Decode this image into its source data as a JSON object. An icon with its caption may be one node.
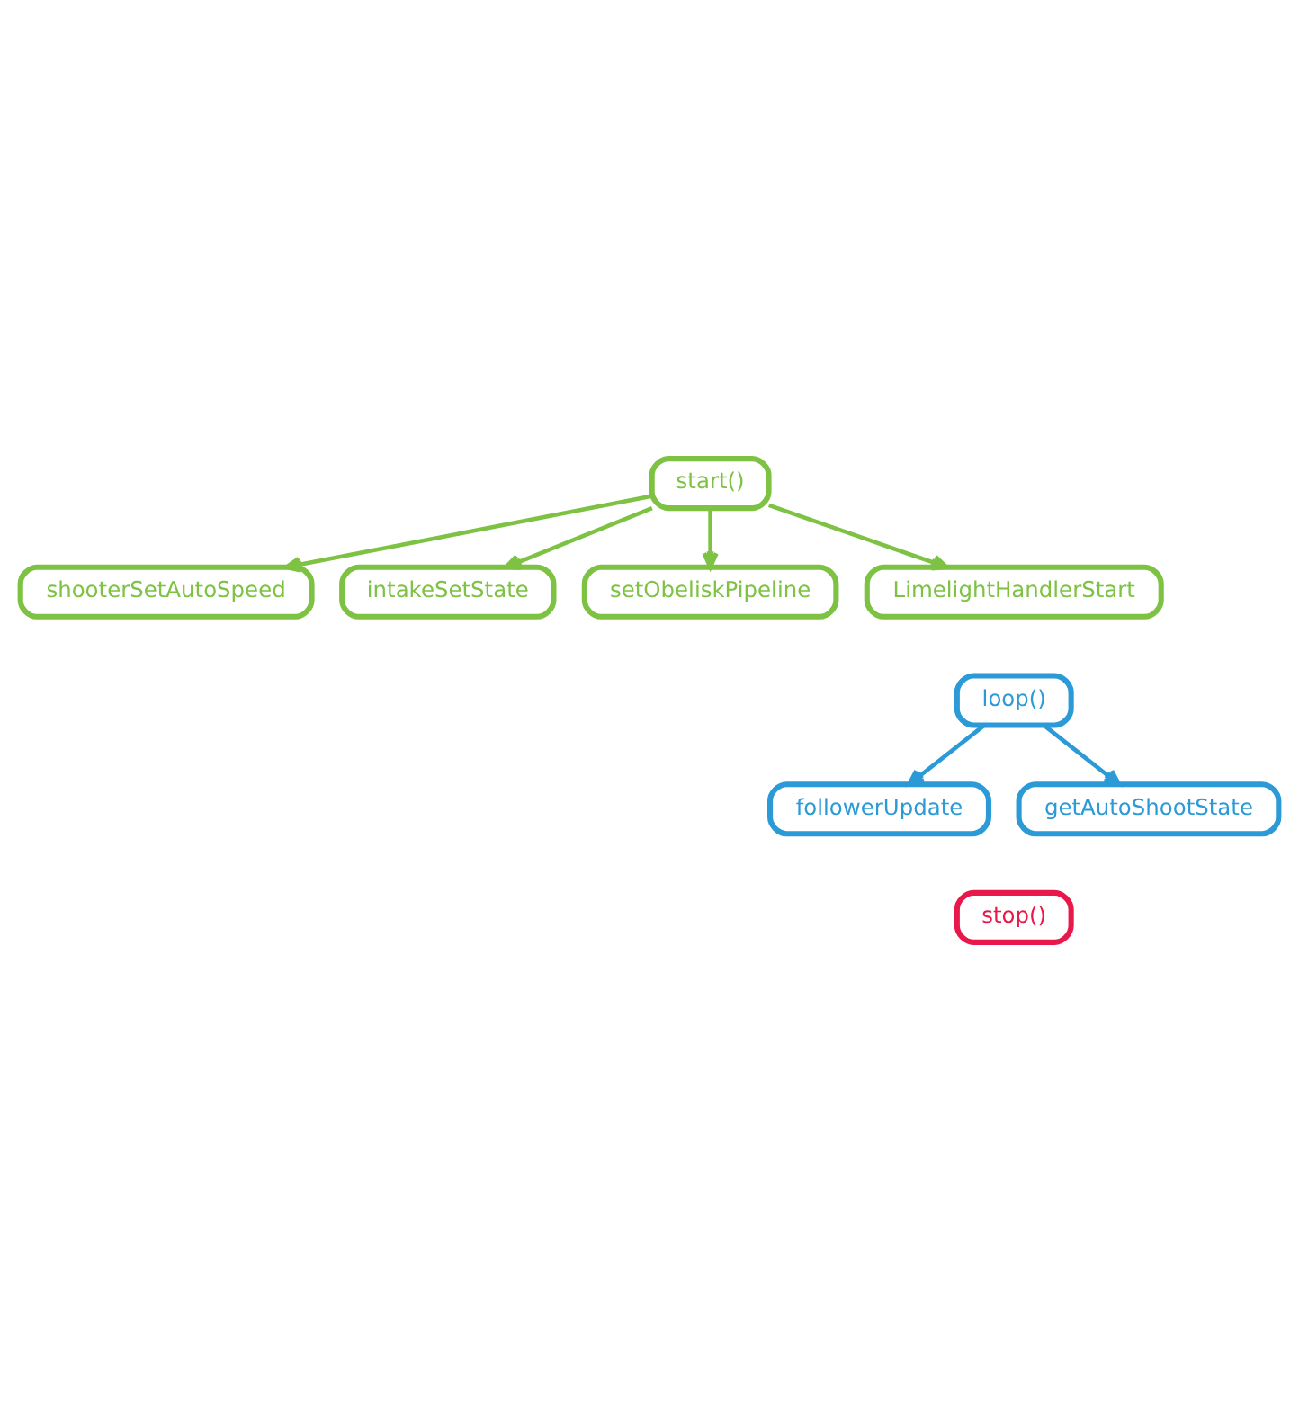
{
  "diagram": {
    "nodes": [
      {
        "text": [
          "shooterSetAutoSpeed"
        ]
      },
      {
        "text": [
          "intakeSetState"
        ]
      },
      {
        "text": [
          "start()"
        ]
      },
      {
        "text": [
          "setObeliskPipeline"
        ]
      },
      {
        "text": [
          "LimelightHandlerStart"
        ]
      },
      {
        "text": [
          "loop()"
        ]
      },
      {
        "text": [
          "followerUpdate"
        ]
      },
      {
        "text": [
          "getAutoShootState"
        ]
      },
      {
        "text": [
          "stop()"
        ]
      }
    ],
    "edges": [
      {
        "from": 2,
        "to": 0,
        "arrow": "to"
      },
      {
        "from": 2,
        "to": 1,
        "arrow": "to"
      },
      {
        "from": 2,
        "to": 3,
        "arrow": "to"
      },
      {
        "from": 2,
        "to": 4,
        "arrow": "to"
      },
      {
        "from": 5,
        "to": 6,
        "arrow": "to",
        "color": "#2b9ad6"
      },
      {
        "from": 5,
        "to": 7,
        "arrow": "to",
        "color": "#2b9ad6"
      }
    ]
  }
}
